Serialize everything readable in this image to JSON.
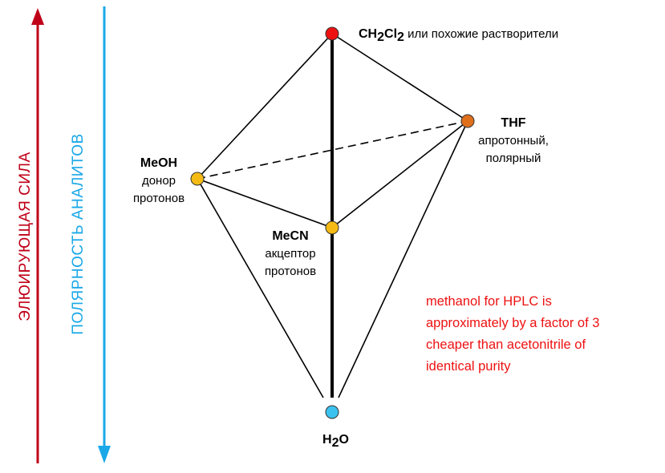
{
  "colors": {
    "eluent_axis": "#c00018",
    "polarity_axis": "#1aa8e8",
    "note_text": "#ee1111",
    "dcm_node": "#ee1111",
    "thf_node": "#e06f1c",
    "meoh_node": "#f5bb14",
    "mecn_node": "#f5bb14",
    "water_node": "#3cc2ee"
  },
  "axes": {
    "eluent_strength": {
      "label": "ЭЛЮИРУЮЩАЯ   СИЛА",
      "direction": "up"
    },
    "analyte_polarity": {
      "label": "ПОЛЯРНОСТЬ   АНАЛИТОВ",
      "direction": "down"
    }
  },
  "nodes": {
    "dcm": {
      "formula_main": "CH",
      "formula_sub1": "2",
      "formula_mid": "Cl",
      "formula_sub2": "2",
      "desc": " или похожие растворители"
    },
    "thf": {
      "name": "THF",
      "desc_line1": "апротонный,",
      "desc_line2": "полярный"
    },
    "meoh": {
      "name": "MeOH",
      "desc_line1": "донор",
      "desc_line2": "протонов"
    },
    "mecn": {
      "name": "MeCN",
      "desc_line1": "акцептор",
      "desc_line2": "протонов"
    },
    "water": {
      "formula_main": "H",
      "formula_sub": "2",
      "formula_end": "O"
    }
  },
  "note": "methanol for HPLC is\napproximately by a factor of 3\ncheaper than acetonitrile of\nidentical purity"
}
